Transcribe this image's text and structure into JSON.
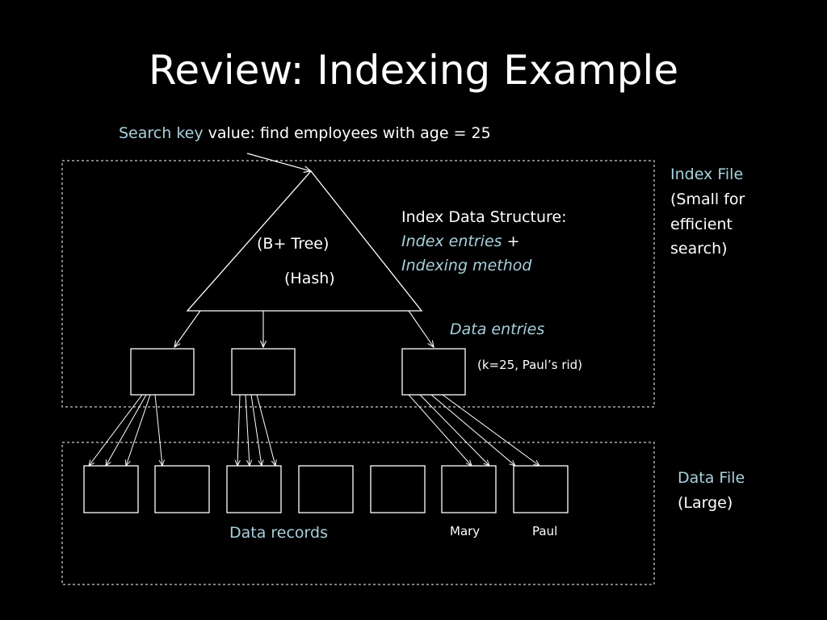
{
  "title": "Review: Indexing Example",
  "search_key": {
    "highlight": "Search key",
    "rest": " value: find employees with age = 25"
  },
  "index_structure": {
    "heading": "Index Data Structure:",
    "entries": "Index entries",
    "plus": " +",
    "method": "Indexing method"
  },
  "tree_labels": {
    "btree": "(B+ Tree)",
    "hash": "(Hash)"
  },
  "index_file": {
    "title": "Index File",
    "note_lines": [
      "(Small for",
      "efficient",
      "search)"
    ]
  },
  "data_entries": {
    "label": "Data entries",
    "example": "(k=25, Paul’s rid)"
  },
  "data_file": {
    "title": "Data File",
    "note": "(Large)"
  },
  "data_records_label": "Data records",
  "record_names": {
    "mary": "Mary",
    "paul": "Paul"
  },
  "colors": {
    "background": "#000000",
    "foreground": "#ffffff",
    "accent": "#a8d0dc"
  }
}
